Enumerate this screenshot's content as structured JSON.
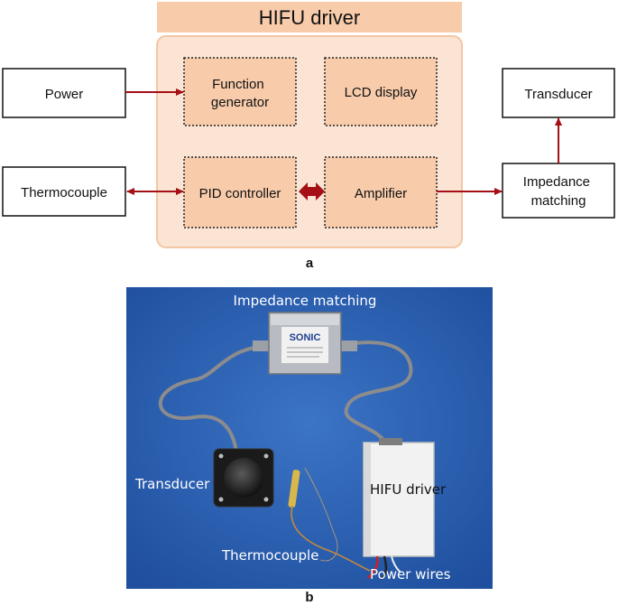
{
  "diagram": {
    "title": "HIFU driver",
    "blocks": {
      "function_generator": [
        "Function",
        "generator"
      ],
      "lcd_display": "LCD display",
      "pid_controller": "PID controller",
      "amplifier": "Amplifier"
    },
    "external": {
      "power": "Power",
      "thermocouple": "Thermocouple",
      "transducer": "Transducer",
      "impedance_matching": [
        "Impedance",
        "matching"
      ]
    },
    "caption": "a",
    "colors": {
      "panel_fill": "#fbe4d3",
      "panel_stroke": "#f3c6a4",
      "header_fill": "#f8ccab",
      "block_fill": "#f8ccab",
      "arrow": "#a50f16"
    }
  },
  "photo": {
    "labels": {
      "impedance_matching": "Impedance matching",
      "transducer": "Transducer",
      "hifu_driver": "HIFU driver",
      "thermocouple": "Thermocouple",
      "power_wires": "Power wires"
    },
    "device_brand": "SONIC",
    "caption": "b",
    "colors": {
      "background": "#2a5fb0"
    }
  }
}
